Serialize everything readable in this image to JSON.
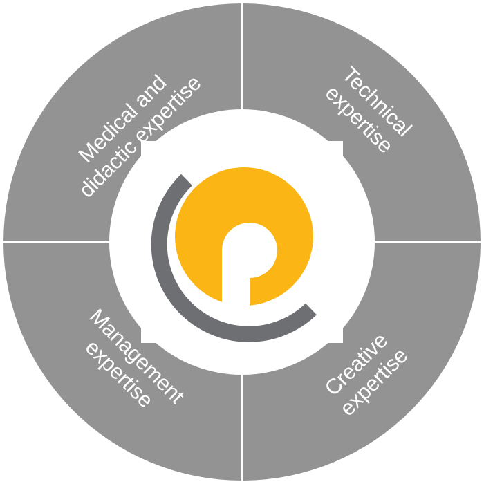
{
  "diagram": {
    "segments": [
      {
        "id": "top-left",
        "line1": "Medical and",
        "line2": "didactic expertise"
      },
      {
        "id": "top-right",
        "line1": "Technical",
        "line2": "expertise"
      },
      {
        "id": "bottom-left",
        "line1": "Management",
        "line2": "expertise"
      },
      {
        "id": "bottom-right",
        "line1": "Creative",
        "line2": "expertise"
      }
    ],
    "colors": {
      "segment": "#939393",
      "divider": "#ffffff",
      "center": "#ffffff",
      "logo_arc": "#6e6f73",
      "logo_circle": "#fbb615"
    },
    "logo_icon": "logo-mark"
  }
}
